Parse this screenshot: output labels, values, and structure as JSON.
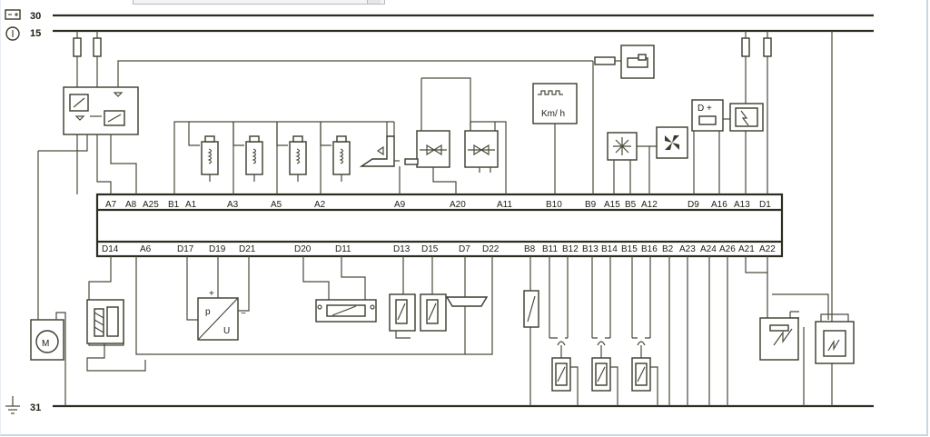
{
  "rails": {
    "r30": "30",
    "r15": "15",
    "r31": "31"
  },
  "pins_top": [
    "A7",
    "A8",
    "A25",
    "B1",
    "A1",
    "A3",
    "A5",
    "A2",
    "A9",
    "A20",
    "A11",
    "B10",
    "B9",
    "A15",
    "B5",
    "A12",
    "D9",
    "A16",
    "A13",
    "D1"
  ],
  "pins_bottom": [
    "D14",
    "A6",
    "D17",
    "D19",
    "D21",
    "D20",
    "D11",
    "D13",
    "D15",
    "D7",
    "D22",
    "B8",
    "B11",
    "B12",
    "B13",
    "B14",
    "B15",
    "B16",
    "B2",
    "A23",
    "A24",
    "A26",
    "A21",
    "A22"
  ],
  "labels": {
    "speed": "Km/ h",
    "alternator": "D +",
    "motor": "M",
    "sensor_p": "p",
    "sensor_u": "U",
    "plus": "+",
    "minus": "−"
  },
  "icons": [
    "battery-icon",
    "ignition-key-icon",
    "ground-icon",
    "relay-icon",
    "fuse-icon",
    "injector-icon",
    "motor-icon",
    "snowflake-icon",
    "fan-icon",
    "ignition-coil-icon",
    "pressure-sensor-icon"
  ]
}
